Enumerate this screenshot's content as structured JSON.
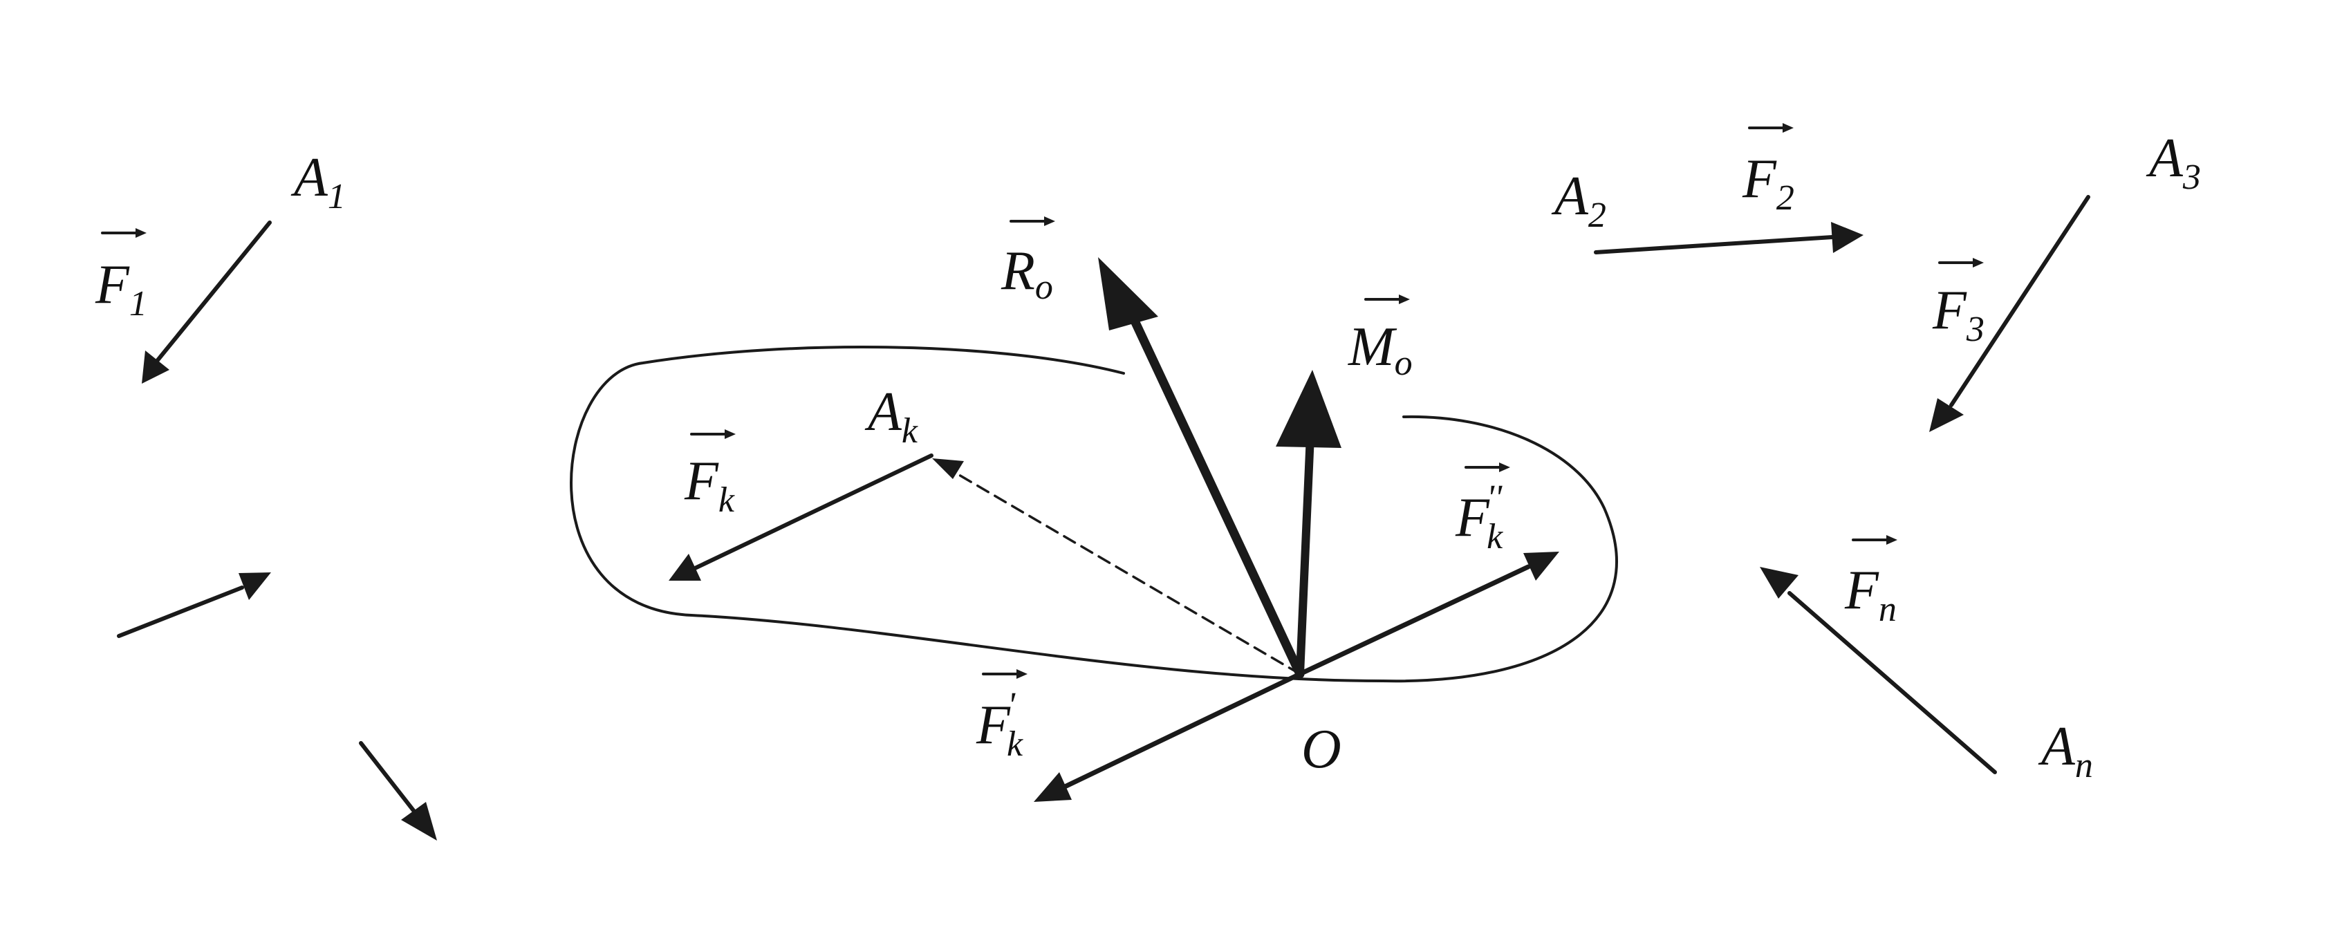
{
  "diagram": {
    "labels": {
      "A1": {
        "main": "A",
        "sub": "1"
      },
      "A2": {
        "main": "A",
        "sub": "2"
      },
      "A3": {
        "main": "A",
        "sub": "3"
      },
      "Ak": {
        "main": "A",
        "sub": "k"
      },
      "An": {
        "main": "A",
        "sub": "n"
      },
      "F1": {
        "main": "F",
        "sub": "1"
      },
      "F2": {
        "main": "F",
        "sub": "2"
      },
      "F3": {
        "main": "F",
        "sub": "3"
      },
      "Fk": {
        "main": "F",
        "sub": "k"
      },
      "Fn": {
        "main": "F",
        "sub": "n"
      },
      "Fk_prime": {
        "main": "F",
        "sub": "k",
        "sup": "'"
      },
      "Fk_dprime": {
        "main": "F",
        "sub": "k",
        "sup": "''"
      },
      "Ro": {
        "main": "R",
        "sub": "o"
      },
      "Mo": {
        "main": "M",
        "sub": "o"
      },
      "O": {
        "main": "O"
      }
    },
    "colors": {
      "ink": "#1a1a1a",
      "background": "#ffffff"
    }
  }
}
